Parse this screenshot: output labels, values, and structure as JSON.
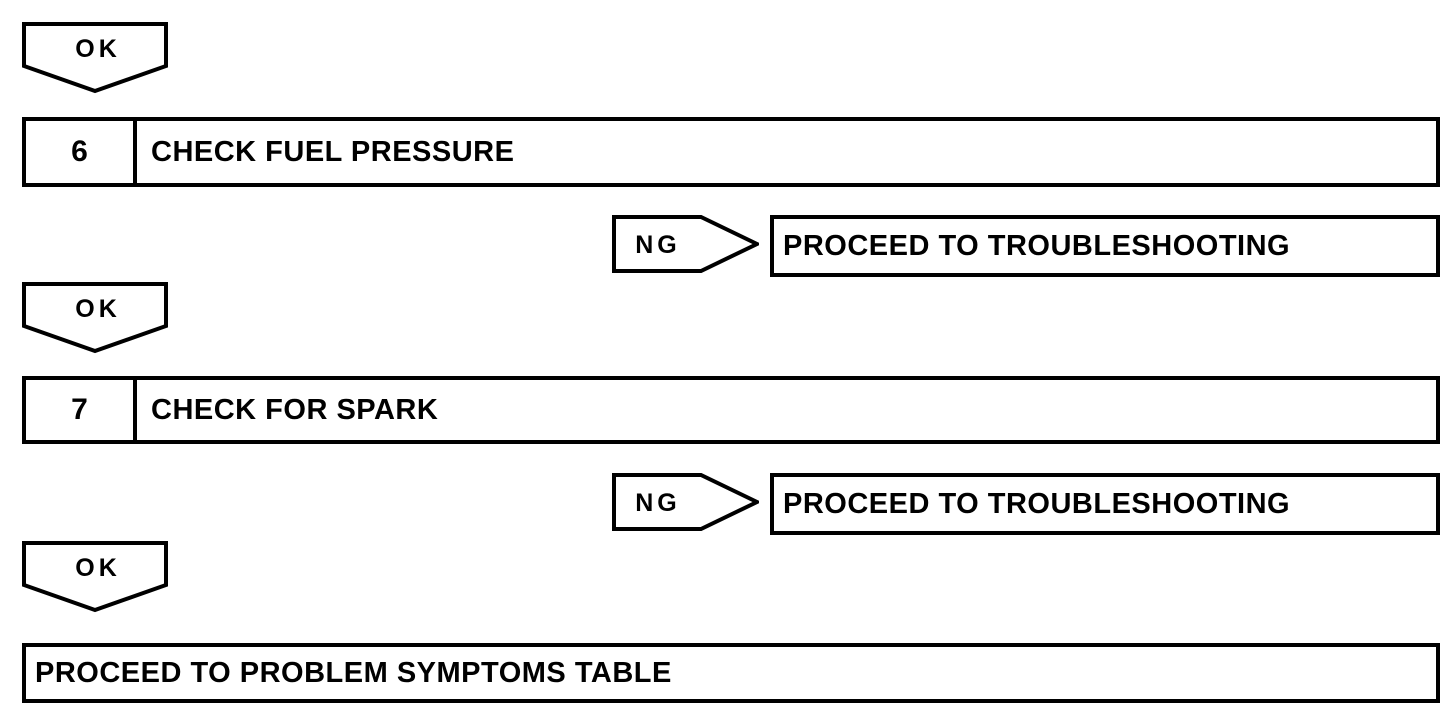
{
  "diagram": {
    "type": "troubleshooting-flowchart",
    "colors": {
      "foreground": "#000000",
      "background": "#ffffff"
    },
    "connectors": {
      "ok_label": "OK",
      "ng_label": "NG"
    },
    "steps": [
      {
        "number": "6",
        "title": "CHECK FUEL PRESSURE",
        "ng_action": "PROCEED TO TROUBLESHOOTING"
      },
      {
        "number": "7",
        "title": "CHECK FOR SPARK",
        "ng_action": "PROCEED TO TROUBLESHOOTING"
      }
    ],
    "final_action": "PROCEED TO PROBLEM SYMPTOMS TABLE"
  }
}
